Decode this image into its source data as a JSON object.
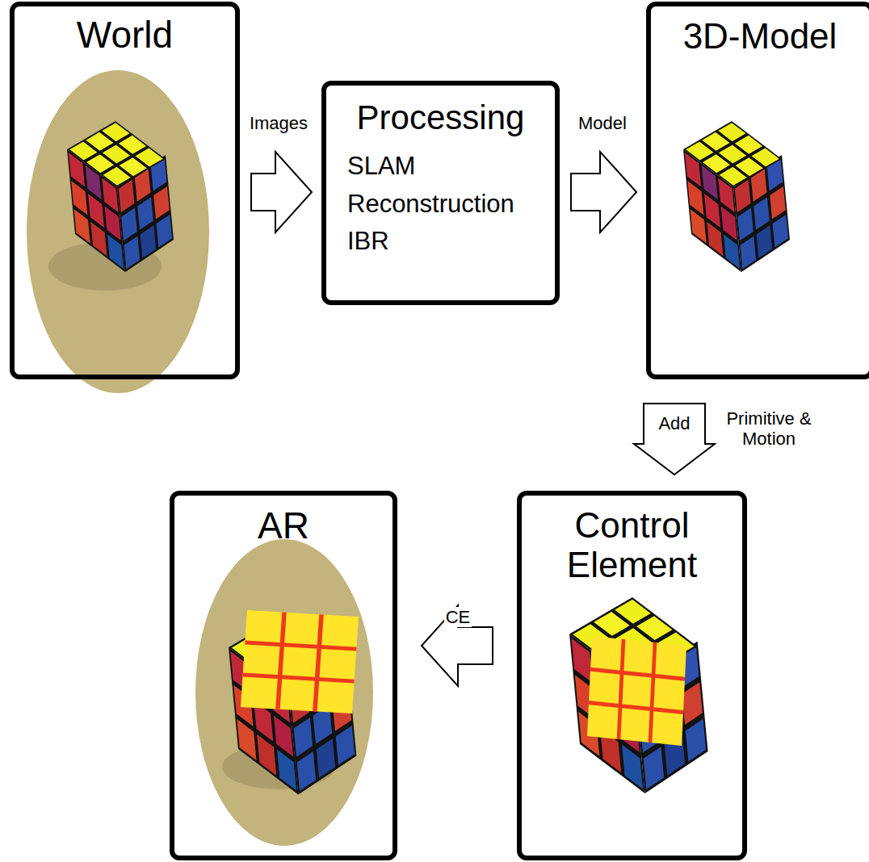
{
  "diagram": {
    "nodes": [
      {
        "text": [
          "World"
        ]
      },
      {
        "text": [
          "Processing",
          "SLAM",
          "Reconstruction",
          "IBR"
        ]
      },
      {
        "text": [
          "3D-Model"
        ]
      },
      {
        "text": [
          "Control Element"
        ]
      },
      {
        "text": [
          "AR"
        ]
      }
    ],
    "edges": [
      {
        "from": 0,
        "to": 1,
        "label": "Images",
        "arrow": "to"
      },
      {
        "from": 1,
        "to": 2,
        "label": "Model",
        "arrow": "to"
      },
      {
        "from": 2,
        "to": 3,
        "label": "Primitive & Motion",
        "arrow": "to"
      },
      {
        "from": 3,
        "to": 4,
        "label": "CE",
        "arrow": "to"
      }
    ],
    "labels": [
      "Add"
    ]
  }
}
